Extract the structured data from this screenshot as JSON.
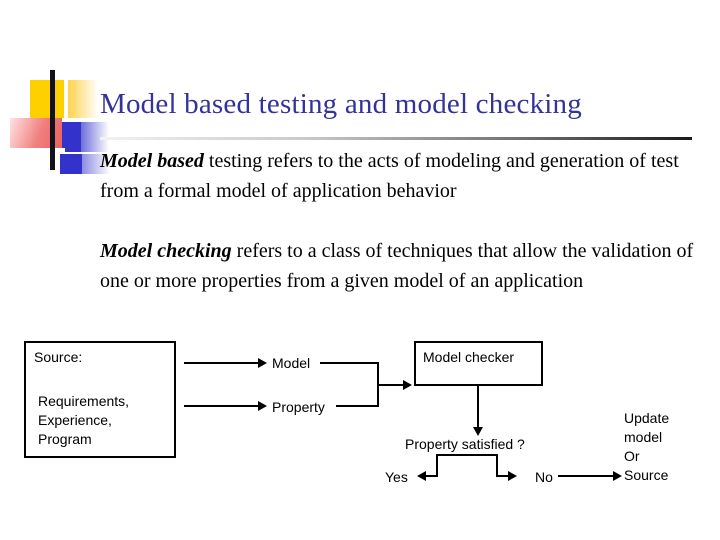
{
  "slide": {
    "title": "Model based testing and model checking",
    "paragraphs": [
      {
        "emphasis": "Model based",
        "rest": " testing refers to the acts of modeling and generation of test from a formal model of application behavior"
      },
      {
        "emphasis": "Model checking",
        "rest": " refers to a class of techniques that allow the validation of one or more properties from a given model of an application"
      }
    ]
  },
  "diagram": {
    "source_box": {
      "heading": "Source:",
      "items": "Requirements,\nExperience,\nProgram"
    },
    "model_label": "Model",
    "property_label": "Property",
    "model_checker_box": "Model checker",
    "decision_label": "Property satisfied ?",
    "yes_label": "Yes",
    "no_label": "No",
    "update_label": "Update\nmodel\nOr\nSource"
  },
  "colors": {
    "title": "#333399",
    "logo_yellow": "#FFD000",
    "logo_blue": "#3333CC",
    "logo_red": "#E8605C",
    "text": "#000000",
    "background": "#FFFFFF"
  }
}
